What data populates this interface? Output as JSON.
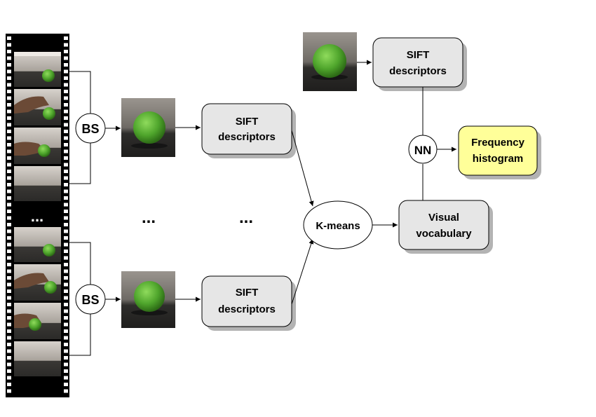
{
  "nodes": {
    "bs_top": "BS",
    "bs_bottom": "BS",
    "sift_top_line1": "SIFT",
    "sift_top_line2": "descriptors",
    "sift_bottom_line1": "SIFT",
    "sift_bottom_line2": "descriptors",
    "sift_query_line1": "SIFT",
    "sift_query_line2": "descriptors",
    "kmeans": "K-means",
    "vocab_line1": "Visual",
    "vocab_line2": "vocabulary",
    "nn": "NN",
    "hist_line1": "Frequency",
    "hist_line2": "histogram"
  },
  "ellipses": {
    "film": "...",
    "middle_left": "...",
    "middle_right": "..."
  },
  "colors": {
    "box_fill": "#e6e6e6",
    "histogram_fill": "#ffff99",
    "shadow": "#b3b3b3",
    "ball_green": "#5aa832",
    "film_black": "#000000"
  },
  "icons": {
    "film_strip": "film-strip-icon",
    "ball_photo": "green-ball-photo"
  }
}
